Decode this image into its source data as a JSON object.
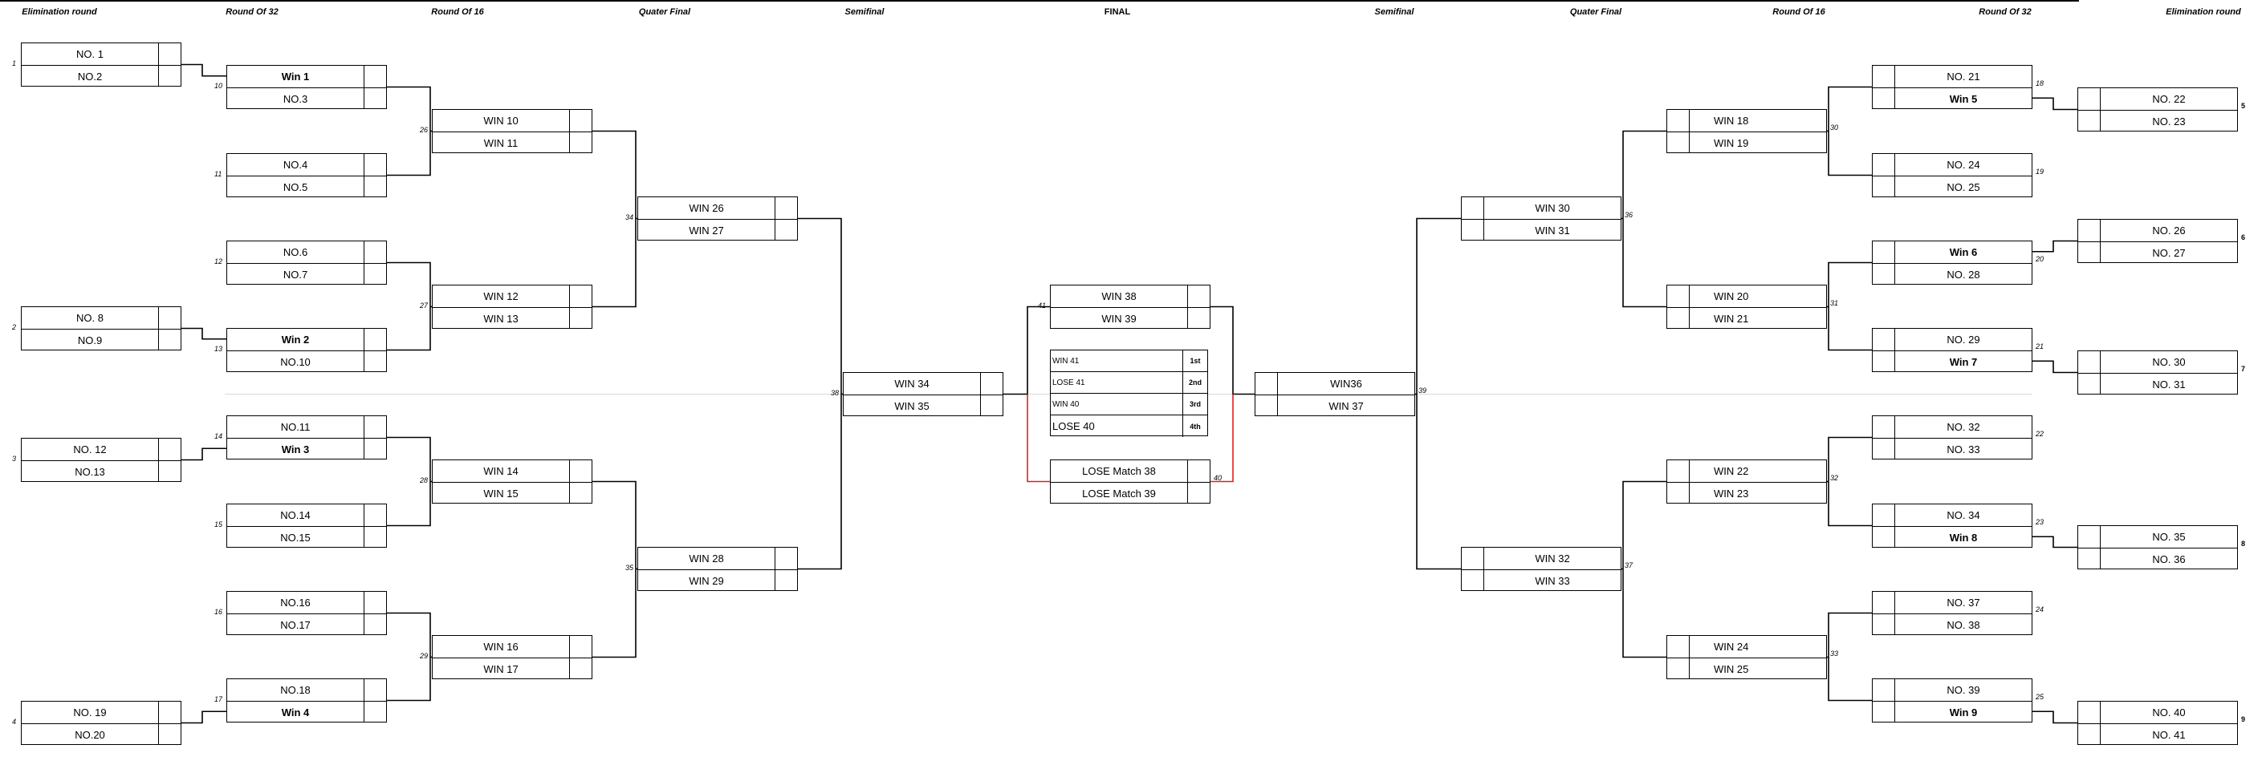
{
  "headers": {
    "elimination_left": "Elimination round",
    "r32_left": "Round Of 32",
    "r16_left": "Round Of 16",
    "qf_left": "Quater Final",
    "sf_left": "Semifinal",
    "final": "FINAL",
    "sf_right": "Semifinal",
    "qf_right": "Quater Final",
    "r16_right": "Round Of 16",
    "r32_right": "Round Of 32",
    "elimination_right": "Elimination round"
  },
  "matches": {
    "e1": {
      "num": "1",
      "a": "NO. 1",
      "b": "NO.2"
    },
    "e2": {
      "num": "2",
      "a": "NO. 8",
      "b": "NO.9"
    },
    "e3": {
      "num": "3",
      "a": "NO. 12",
      "b": "NO.13"
    },
    "e4": {
      "num": "4",
      "a": "NO. 19",
      "b": "NO.20"
    },
    "m10": {
      "num": "10",
      "a": "Win 1",
      "b": "NO.3"
    },
    "m11": {
      "num": "11",
      "a": "NO.4",
      "b": "NO.5"
    },
    "m12": {
      "num": "12",
      "a": "NO.6",
      "b": "NO.7"
    },
    "m13": {
      "num": "13",
      "a": "Win 2",
      "b": "NO.10"
    },
    "m14": {
      "num": "14",
      "a": "NO.11",
      "b": "Win 3"
    },
    "m15": {
      "num": "15",
      "a": "NO.14",
      "b": "NO.15"
    },
    "m16": {
      "num": "16",
      "a": "NO.16",
      "b": "NO.17"
    },
    "m17": {
      "num": "17",
      "a": "NO.18",
      "b": "Win 4"
    },
    "m26": {
      "num": "26",
      "a": "WIN 10",
      "b": "WIN 11"
    },
    "m27": {
      "num": "27",
      "a": "WIN 12",
      "b": "WIN 13"
    },
    "m28": {
      "num": "28",
      "a": "WIN 14",
      "b": "WIN 15"
    },
    "m29": {
      "num": "29",
      "a": "WIN 16",
      "b": "WIN 17"
    },
    "m34": {
      "num": "34",
      "a": "WIN 26",
      "b": "WIN 27"
    },
    "m35": {
      "num": "35",
      "a": "WIN 28",
      "b": "WIN 29"
    },
    "m38": {
      "num": "38",
      "a": "WIN 34",
      "b": "WIN 35"
    },
    "m41": {
      "num": "41",
      "a": "WIN 38",
      "b": "WIN 39"
    },
    "m40": {
      "num": "40",
      "a": "LOSE Match 38",
      "b": "LOSE Match 39"
    },
    "m39": {
      "num": "39",
      "a": "WIN36",
      "b": "WIN 37"
    },
    "m36": {
      "num": "36",
      "a": "WIN 30",
      "b": "WIN 31"
    },
    "m37": {
      "num": "37",
      "a": "WIN 32",
      "b": "WIN 33"
    },
    "m30": {
      "num": "30",
      "a": "WIN 18",
      "b": "WIN 19"
    },
    "m31": {
      "num": "31",
      "a": "WIN 20",
      "b": "WIN 21"
    },
    "m32": {
      "num": "32",
      "a": "WIN 22",
      "b": "WIN 23"
    },
    "m33": {
      "num": "33",
      "a": "WIN 24",
      "b": "WIN 25"
    },
    "m18": {
      "num": "18",
      "a": "NO. 21",
      "b": "Win 5"
    },
    "m19": {
      "num": "19",
      "a": "NO. 24",
      "b": "NO. 25"
    },
    "m20": {
      "num": "20",
      "a": "Win 6",
      "b": "NO. 28"
    },
    "m21": {
      "num": "21",
      "a": "NO. 29",
      "b": "Win 7"
    },
    "m22": {
      "num": "22",
      "a": "NO. 32",
      "b": "NO. 33"
    },
    "m23": {
      "num": "23",
      "a": "NO. 34",
      "b": "Win 8"
    },
    "m24": {
      "num": "24",
      "a": "NO. 37",
      "b": "NO. 38"
    },
    "m25": {
      "num": "25",
      "a": "NO. 39",
      "b": "Win 9"
    },
    "e5": {
      "num": "5",
      "a": "NO. 22",
      "b": "NO. 23"
    },
    "e6": {
      "num": "6",
      "a": "NO. 26",
      "b": "NO. 27"
    },
    "e7": {
      "num": "7",
      "a": "NO. 30",
      "b": "NO. 31"
    },
    "e8": {
      "num": "8",
      "a": "NO. 35",
      "b": "NO. 36"
    },
    "e9": {
      "num": "9",
      "a": "NO. 40",
      "b": "NO. 41"
    }
  },
  "placings": [
    {
      "name": "WIN 41",
      "rank": "1st"
    },
    {
      "name": "LOSE 41",
      "rank": "2nd"
    },
    {
      "name": "WIN 40",
      "rank": "3rd"
    },
    {
      "name": "LOSE 40",
      "rank": "4th"
    }
  ],
  "colors": {
    "line": "#000000",
    "third_place_line": "#e02020",
    "divider": "#d9d9d9"
  }
}
